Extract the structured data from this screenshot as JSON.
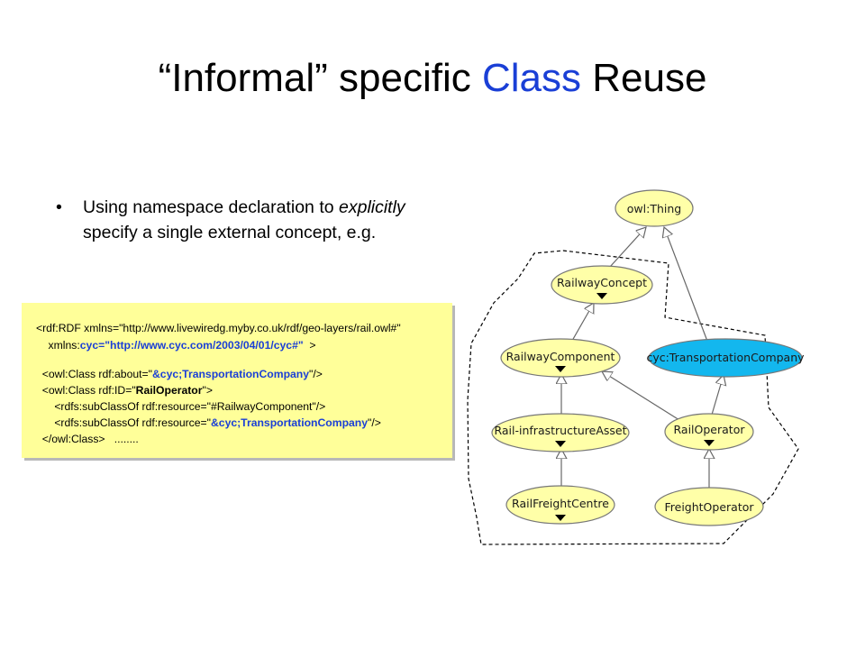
{
  "slide": {
    "title_pre": "“Informal” specific ",
    "title_highlight": "Class",
    "title_post": " Reuse",
    "bullet_marker": "•",
    "bullet_1": "Using namespace declaration to ",
    "bullet_italic": "explicitly",
    "bullet_2": " specify a single external concept, e.g."
  },
  "code": {
    "l1": "<rdf:RDF xmlns=\"http://www.livewiredg.myby.co.uk/rdf/geo-layers/rail.owl#\"",
    "l2a": "    xmlns:",
    "l2b": "cyc=\"http://www.cyc.com/2003/04/01/cyc#\"",
    "l2c": "  >",
    "l3a": "  <owl:Class rdf:about=\"",
    "l3b": "&cyc;TransportationCompany",
    "l3c": "\"/>",
    "l4a": "  <owl:Class rdf:ID=\"",
    "l4b": "RailOperator",
    "l4c": "\">",
    "l5": "      <rdfs:subClassOf rdf:resource=\"#RailwayComponent\"/>",
    "l6a": "      <rdfs:subClassOf rdf:resource=\"",
    "l6b": "&cyc;TransportationCompany",
    "l6c": "\"/>",
    "l7": "  </owl:Class>   ........"
  },
  "diagram": {
    "colors": {
      "node_fill": "#ffffa8",
      "external_fill": "#13b7ee",
      "stroke": "#777777"
    },
    "nodes": {
      "thing": "owl:Thing",
      "railway_concept": "RailwayConcept",
      "railway_component": "RailwayComponent",
      "transportation_company": "cyc:TransportationCompany",
      "rail_infrastructure_asset": "Rail-infrastructureAsset",
      "rail_operator": "RailOperator",
      "rail_freight_centre": "RailFreightCentre",
      "freight_operator": "FreightOperator"
    }
  }
}
